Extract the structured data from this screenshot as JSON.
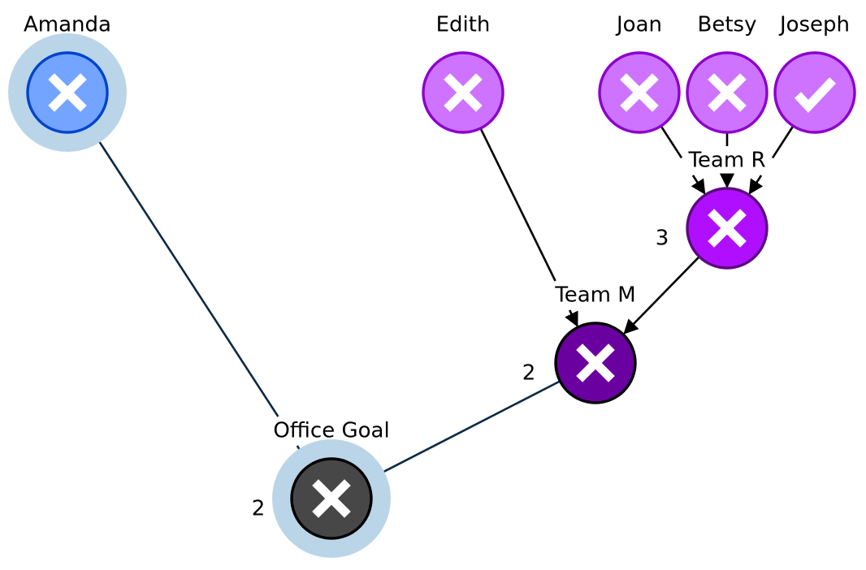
{
  "people": [
    {
      "id": "amanda",
      "name": "Amanda",
      "status": "x",
      "icon": "x-icon",
      "fill": "#73a4ff",
      "stroke": "#0044cc",
      "halo": "#bad5e8"
    },
    {
      "id": "edith",
      "name": "Edith",
      "status": "x",
      "icon": "x-icon",
      "fill": "#cd73ff",
      "stroke": "#8c00cc"
    },
    {
      "id": "joan",
      "name": "Joan",
      "status": "x",
      "icon": "x-icon",
      "fill": "#cd73ff",
      "stroke": "#8c00cc"
    },
    {
      "id": "betsy",
      "name": "Betsy",
      "status": "x",
      "icon": "x-icon",
      "fill": "#cd73ff",
      "stroke": "#8c00cc"
    },
    {
      "id": "joseph",
      "name": "Joseph",
      "status": "check",
      "icon": "check-icon",
      "fill": "#cd73ff",
      "stroke": "#8c00cc"
    }
  ],
  "groups": [
    {
      "id": "team_r",
      "label": "Team R",
      "count": "3",
      "status": "x",
      "icon": "x-icon",
      "fill": "#b00fff",
      "stroke": "#5c0a80"
    },
    {
      "id": "team_m",
      "label": "Team M",
      "count": "2",
      "status": "x",
      "icon": "x-icon",
      "fill": "#6a00a0",
      "stroke": "#000000"
    },
    {
      "id": "office_goal",
      "label": "Office Goal",
      "count": "2",
      "status": "x",
      "icon": "x-icon",
      "fill": "#474747",
      "stroke": "#000000",
      "halo": "#bad5e8"
    }
  ],
  "edges": [
    {
      "from": "amanda",
      "to": "office_goal"
    },
    {
      "from": "team_m",
      "to": "office_goal"
    },
    {
      "from": "edith",
      "to": "team_m"
    },
    {
      "from": "team_r",
      "to": "team_m"
    },
    {
      "from": "joan",
      "to": "team_r"
    },
    {
      "from": "betsy",
      "to": "team_r"
    },
    {
      "from": "joseph",
      "to": "team_r"
    }
  ],
  "colors": {
    "edge": "#000000",
    "edge_into_goal": "#0b2a44",
    "mark": "#ffffff"
  }
}
